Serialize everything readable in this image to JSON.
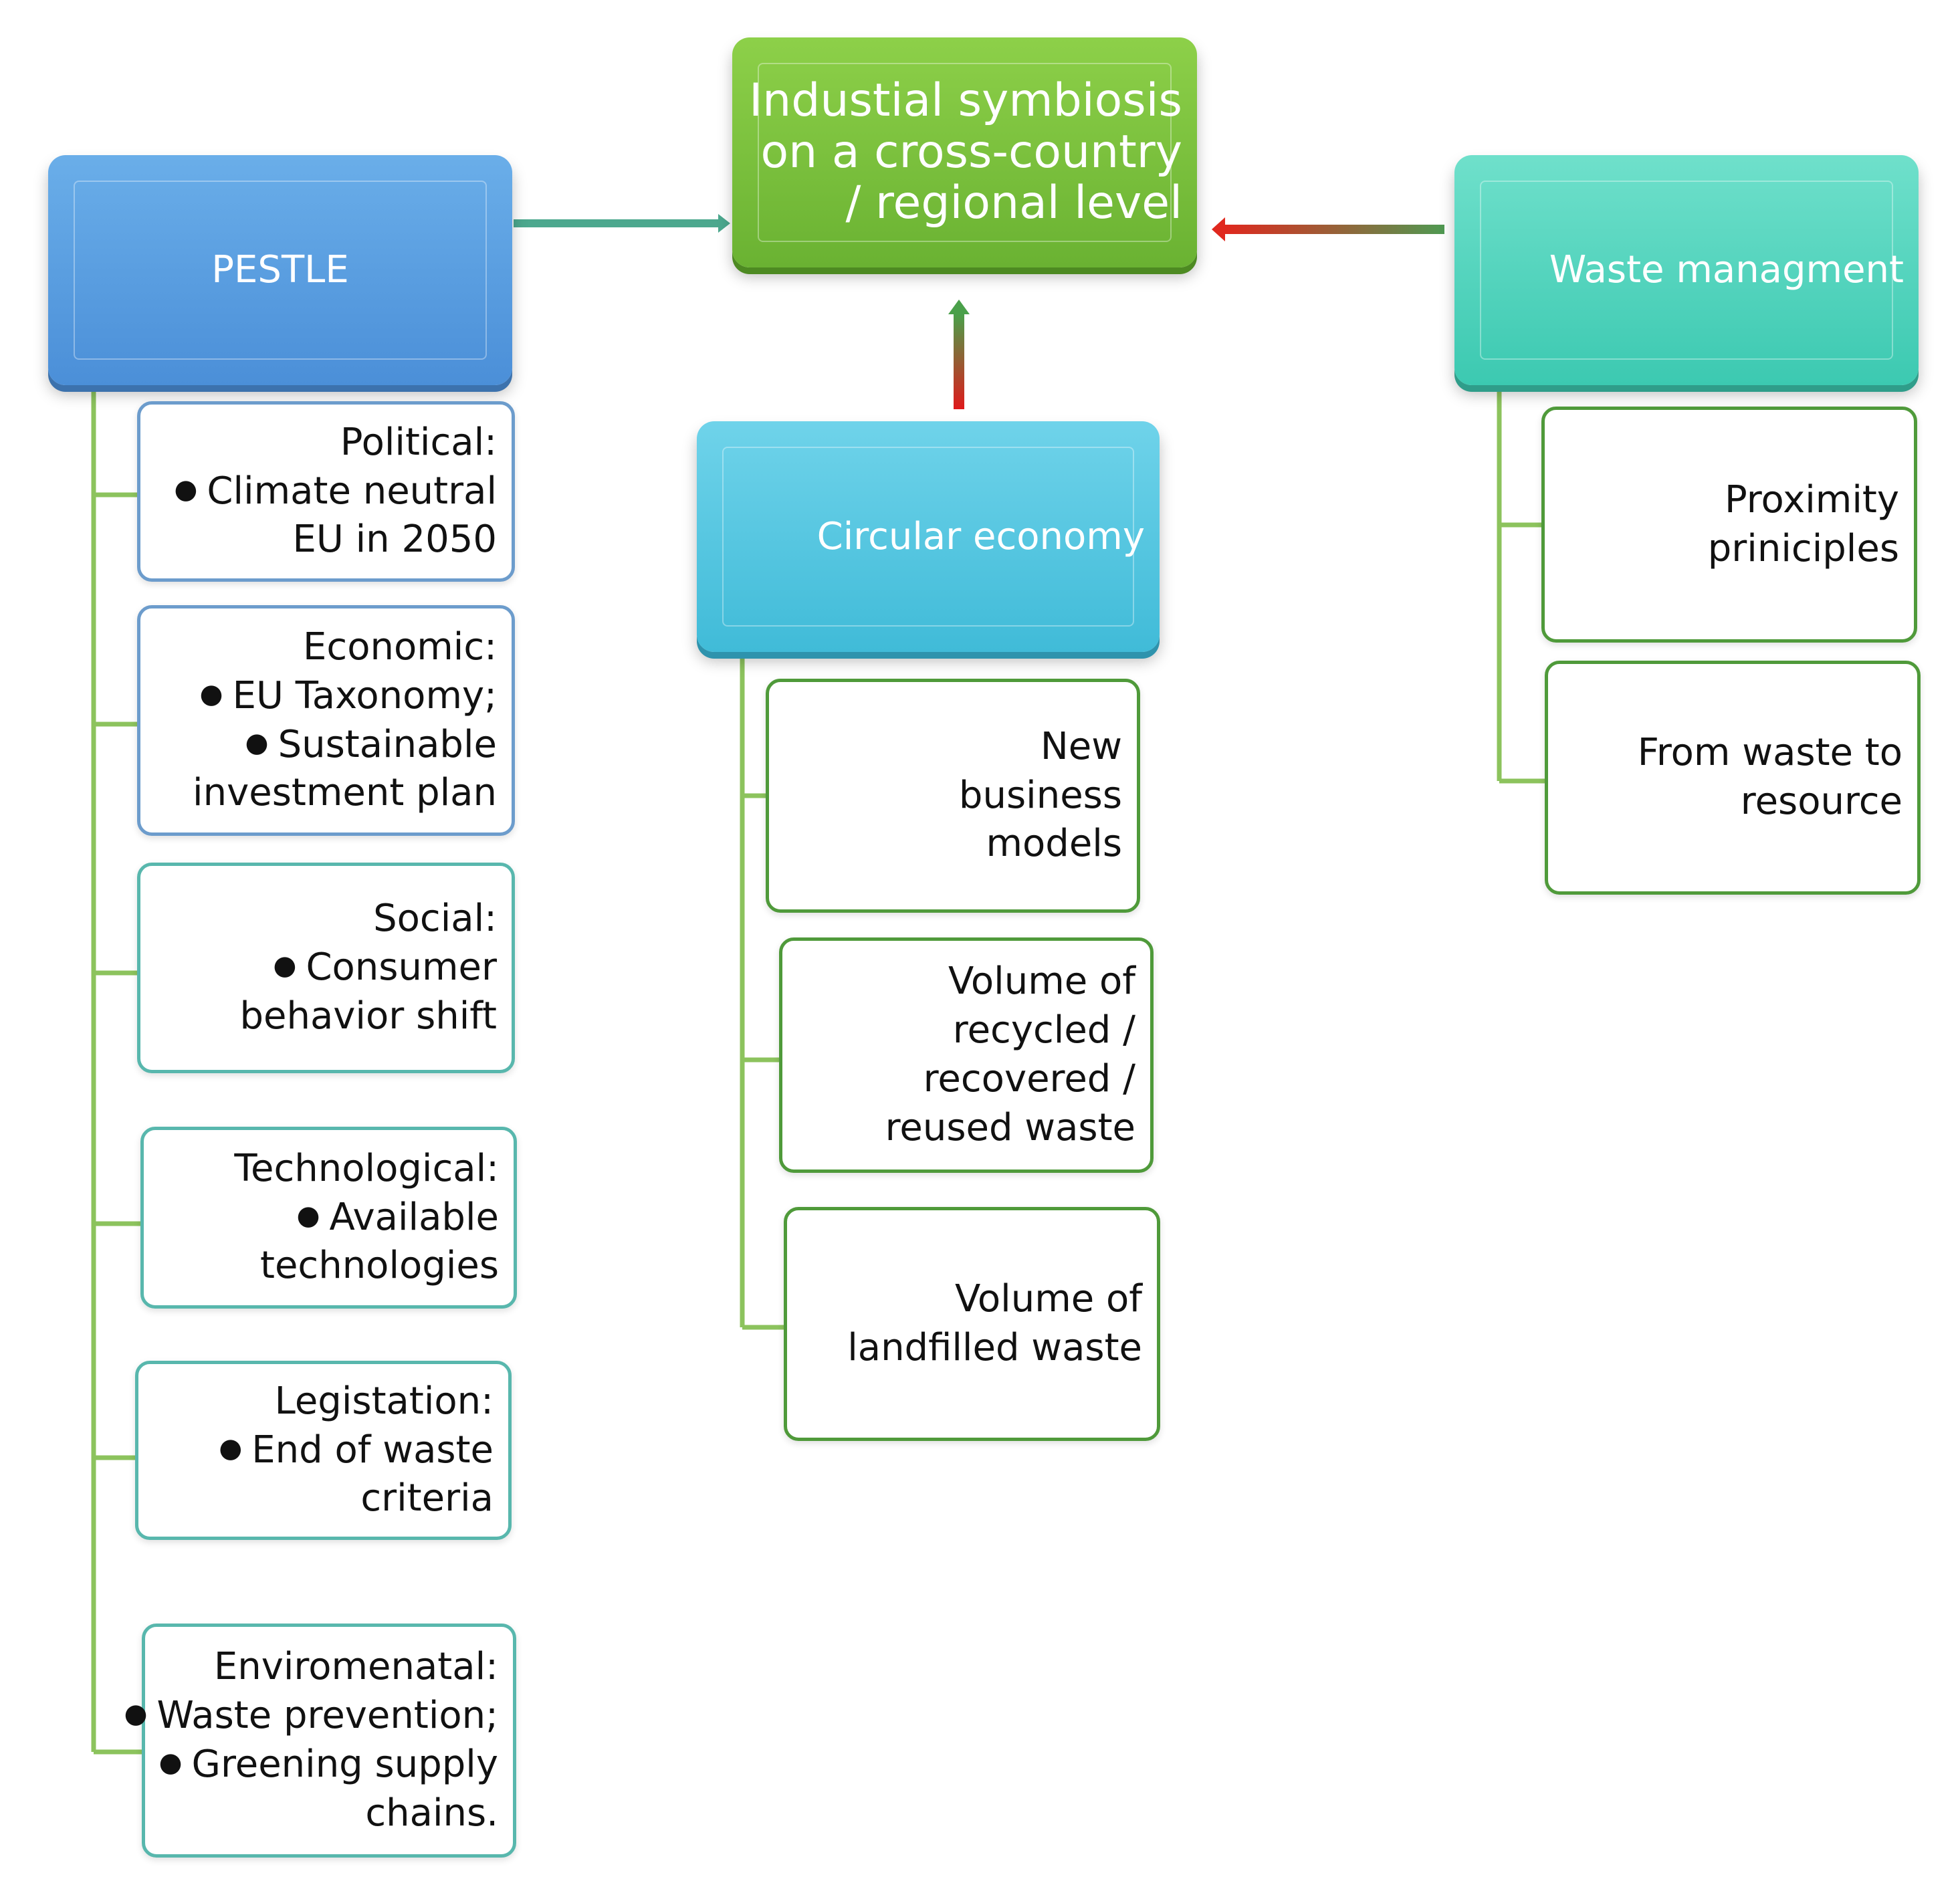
{
  "center": {
    "title": "Industial symbiosis on a cross-country / regional level"
  },
  "pestle": {
    "title": "PESTLE",
    "factors": [
      {
        "title": "Political:",
        "lines": [
          {
            "t": "Climate neutral",
            "bullet": true
          },
          {
            "t": "EU in 2050",
            "bullet": false
          }
        ]
      },
      {
        "title": "Economic:",
        "lines": [
          {
            "t": "EU Taxonomy;",
            "bullet": true
          },
          {
            "t": "Sustainable",
            "bullet": true
          },
          {
            "t": "investment plan",
            "bullet": false
          }
        ]
      },
      {
        "title": "Social:",
        "lines": [
          {
            "t": "Consumer",
            "bullet": true
          },
          {
            "t": "behavior shift",
            "bullet": false
          }
        ]
      },
      {
        "title": "Technological:",
        "lines": [
          {
            "t": "Available",
            "bullet": true
          },
          {
            "t": "technologies",
            "bullet": false
          }
        ]
      },
      {
        "title": "Legistation:",
        "lines": [
          {
            "t": "End of waste",
            "bullet": true
          },
          {
            "t": "criteria",
            "bullet": false
          }
        ]
      },
      {
        "title": "Enviromenatal:",
        "lines": [
          {
            "t": "Waste prevention;",
            "bullet": true
          },
          {
            "t": "Greening supply",
            "bullet": true
          },
          {
            "t": "chains.",
            "bullet": false
          }
        ]
      }
    ]
  },
  "circular": {
    "title": "Circular economy",
    "items": [
      "New business models",
      "Volume of recycled / recovered / reused waste",
      "Volume of landfilled waste"
    ]
  },
  "waste": {
    "title": "Waste managment",
    "items": [
      "Proximity priniciples",
      "From waste to resource"
    ]
  }
}
